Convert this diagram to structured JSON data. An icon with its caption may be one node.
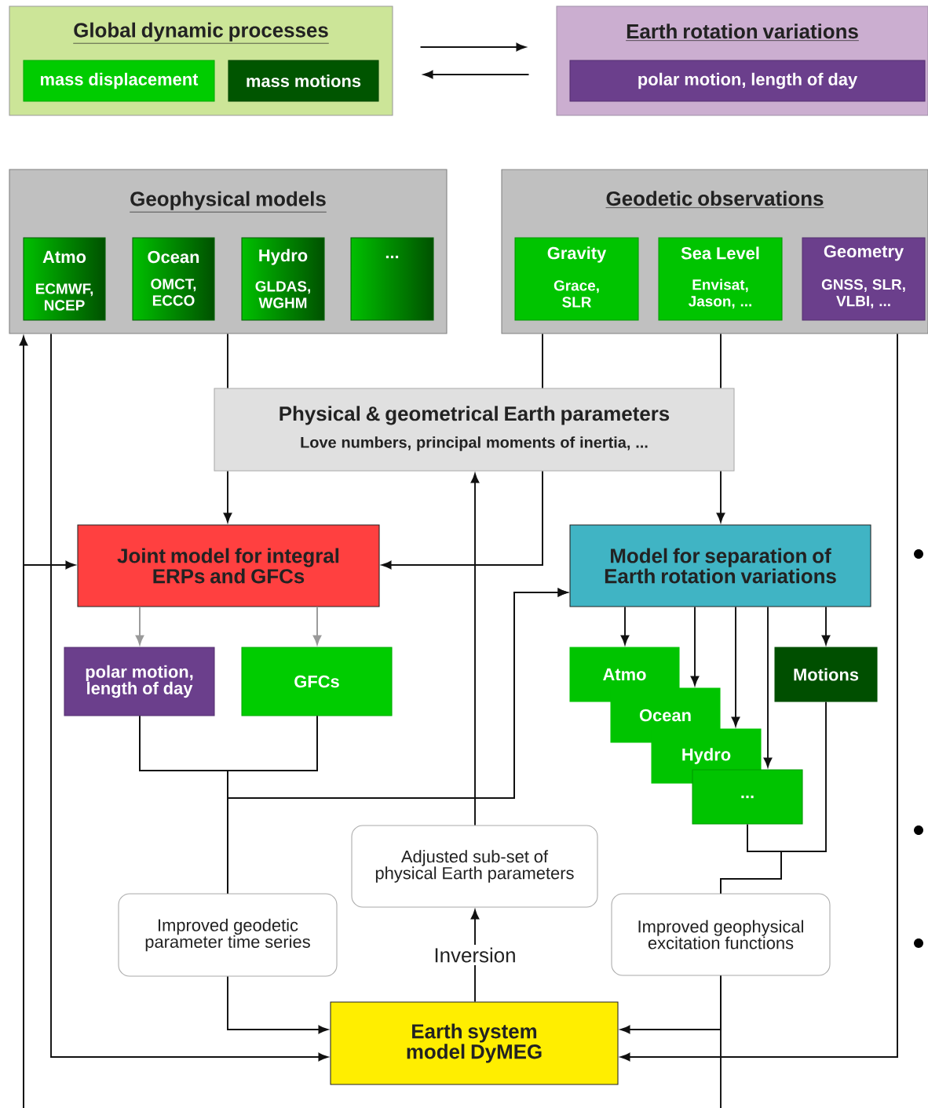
{
  "diagram": {
    "nodes": [
      {
        "text": [
          "Global dynamic processes"
        ]
      },
      {
        "text": [
          "mass displacement"
        ],
        "in": 0
      },
      {
        "text": [
          "mass motions"
        ],
        "in": 0
      },
      {
        "text": [
          "Earth rotation variations"
        ]
      },
      {
        "text": [
          "polar motion, length of day"
        ],
        "in": 3
      },
      {
        "text": [
          "Geophysical models"
        ]
      },
      {
        "text": [
          "Atmo",
          "ECMWF, NCEP"
        ],
        "in": 5
      },
      {
        "text": [
          "Ocean",
          "OMCT, ECCO"
        ],
        "in": 5
      },
      {
        "text": [
          "Hydro",
          "GLDAS, WGHM"
        ],
        "in": 5
      },
      {
        "text": [
          "..."
        ],
        "in": 5
      },
      {
        "text": [
          "Geodetic observations"
        ]
      },
      {
        "text": [
          "Gravity",
          "Grace, SLR"
        ],
        "in": 10
      },
      {
        "text": [
          "Sea Level",
          "Envisat, Jason, ..."
        ],
        "in": 10
      },
      {
        "text": [
          "Geometry",
          "GNSS, SLR, VLBI, ..."
        ],
        "in": 10
      },
      {
        "text": [
          "Physical & geometrical Earth parameters",
          "Love numbers, principal moments of inertia, ..."
        ]
      },
      {
        "text": [
          "Joint model for integral ERPs and GFCs"
        ]
      },
      {
        "text": [
          "Model for separation of Earth rotation variations"
        ]
      },
      {
        "text": [
          "polar motion, length of day"
        ]
      },
      {
        "text": [
          "GFCs"
        ]
      },
      {
        "text": [
          "Atmo"
        ]
      },
      {
        "text": [
          "Ocean"
        ]
      },
      {
        "text": [
          "Hydro"
        ]
      },
      {
        "text": [
          "..."
        ]
      },
      {
        "text": [
          "Motions"
        ]
      },
      {
        "text": [
          "Adjusted sub-set of physical Earth parameters"
        ]
      },
      {
        "text": [
          "Improved geodetic parameter time series"
        ]
      },
      {
        "text": [
          "Improved geophysical excitation functions"
        ]
      },
      {
        "text": [
          "Earth system model DyMEG"
        ]
      }
    ],
    "edges": [
      {
        "from": 0,
        "to": 3,
        "arrow": "to"
      },
      {
        "from": 3,
        "to": 0,
        "arrow": "to"
      },
      {
        "from": 5,
        "to": 14,
        "arrow": "none"
      },
      {
        "from": 14,
        "to": 15,
        "arrow": "to"
      },
      {
        "from": 10,
        "to": 14,
        "arrow": "none"
      },
      {
        "from": 10,
        "to": 14,
        "arrow": "none"
      },
      {
        "from": 14,
        "to": 15,
        "arrow": "to"
      },
      {
        "from": 14,
        "to": 16,
        "arrow": "to"
      },
      {
        "from": 15,
        "to": 17,
        "arrow": "to",
        "color": "#999999"
      },
      {
        "from": 15,
        "to": 18,
        "arrow": "to",
        "color": "#999999"
      },
      {
        "from": 17,
        "to": 25,
        "arrow": "none"
      },
      {
        "from": 18,
        "to": 25,
        "arrow": "none"
      },
      {
        "from": 17,
        "to": 16,
        "arrow": "to"
      },
      {
        "from": 18,
        "to": 16,
        "arrow": "to"
      },
      {
        "from": 25,
        "to": 27,
        "arrow": "to"
      },
      {
        "from": 16,
        "to": 19,
        "arrow": "to"
      },
      {
        "from": 16,
        "to": 20,
        "arrow": "to"
      },
      {
        "from": 16,
        "to": 21,
        "arrow": "to"
      },
      {
        "from": 16,
        "to": 22,
        "arrow": "to"
      },
      {
        "from": 16,
        "to": 23,
        "arrow": "to"
      },
      {
        "from": 22,
        "to": 26,
        "arrow": "none"
      },
      {
        "from": 23,
        "to": 26,
        "arrow": "none"
      },
      {
        "from": 26,
        "to": 27,
        "arrow": "to"
      },
      {
        "from": 26,
        "to": null,
        "arrow": "none"
      },
      {
        "from": 10,
        "to": 27,
        "arrow": "to"
      },
      {
        "from": 5,
        "to": 27,
        "arrow": "to"
      },
      {
        "from": null,
        "to": 5,
        "arrow": "to"
      },
      {
        "from": null,
        "to": 15,
        "arrow": "to"
      },
      {
        "from": 27,
        "to": 24,
        "arrow": "to",
        "label": "Inversion"
      },
      {
        "from": 24,
        "to": 14,
        "arrow": "to"
      }
    ]
  }
}
